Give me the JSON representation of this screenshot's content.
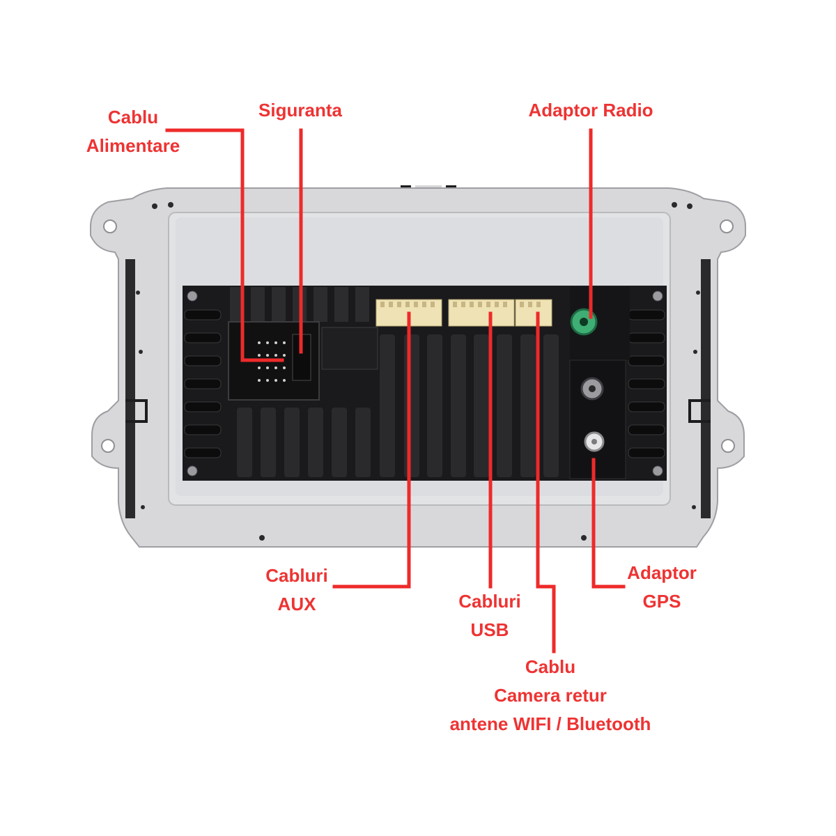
{
  "colors": {
    "label": "#ee3333",
    "leader": "#ee2a2a",
    "bracket": "#d6d6d8",
    "bracket_edge": "#a9a9ad",
    "panel": "#dfe0e2",
    "unit_body": "#1c1c1e",
    "connector": "#efe2b4",
    "connector_radio": "#3fae74"
  },
  "labels": {
    "cablu_alimentare": [
      "Cablu",
      "Alimentare"
    ],
    "siguranta": [
      "Siguranta"
    ],
    "adaptor_radio": [
      "Adaptor Radio"
    ],
    "cabluri_aux": [
      "Cabluri",
      "AUX"
    ],
    "cabluri_usb": [
      "Cabluri",
      "USB"
    ],
    "cablu_camera": [
      "Cablu",
      "Camera retur",
      "antene WIFI / Bluetooth"
    ],
    "adaptor_gps": [
      "Adaptor",
      "GPS"
    ]
  }
}
